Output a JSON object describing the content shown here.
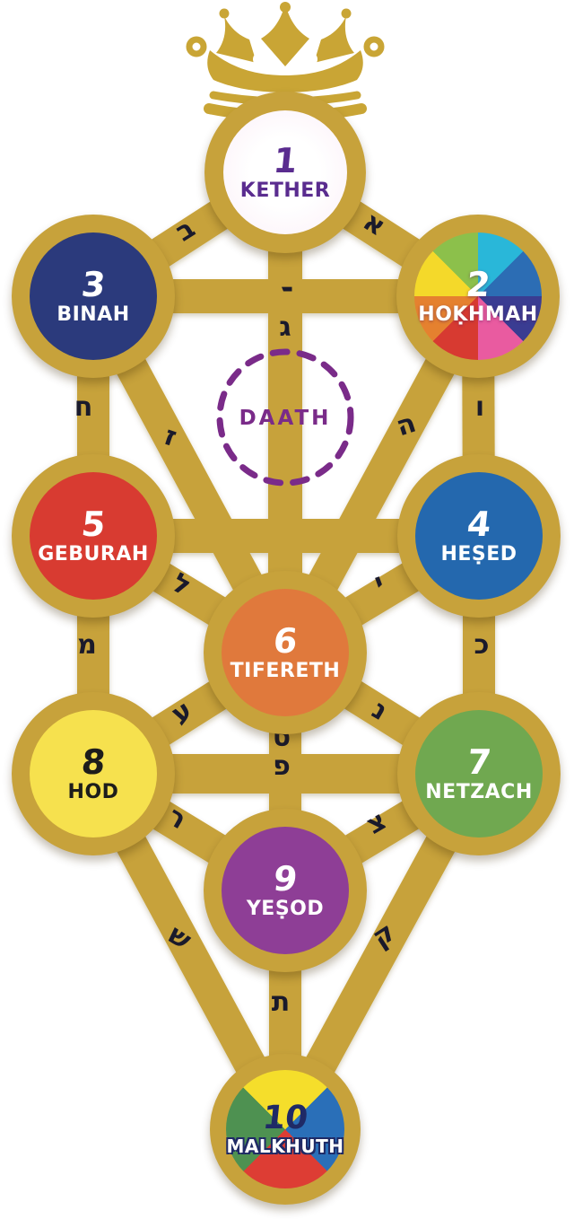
{
  "diagram": {
    "type": "kabbalah-tree-of-life",
    "colors": {
      "gold": "#C7A23B",
      "crown_gold": "#C9A535",
      "letter_color": "#1A1A2B",
      "background": "#FFFFFF",
      "daath_purple": "#7A2B89"
    },
    "crown": {
      "icon": "crown"
    },
    "daath": {
      "name": "DAATH"
    },
    "sephirot": [
      {
        "id": "kether",
        "number": "1",
        "name": "KETHER",
        "style": "plain",
        "fill": "#FBEFF7",
        "text_color": "#5A2C8F"
      },
      {
        "id": "hokhmah",
        "number": "2",
        "name": "HOḲHMAH",
        "style": "wheel",
        "wheel_colors": [
          "#29B7D9",
          "#2C6DB4",
          "#3A3C92",
          "#E95BA0",
          "#D73A31",
          "#E5812F",
          "#F4D92A",
          "#8CC04B"
        ],
        "text_color": "#FFFFFF"
      },
      {
        "id": "binah",
        "number": "3",
        "name": "BINAH",
        "style": "plain",
        "fill": "#2B3A7C",
        "text_color": "#FFFFFF"
      },
      {
        "id": "hesed",
        "number": "4",
        "name": "HEṢED",
        "style": "plain",
        "fill": "#2468AE",
        "text_color": "#FFFFFF"
      },
      {
        "id": "geburah",
        "number": "5",
        "name": "GEBURAH",
        "style": "plain",
        "fill": "#D83B31",
        "text_color": "#FFFFFF"
      },
      {
        "id": "tifereth",
        "number": "6",
        "name": "TIFERETH",
        "style": "plain",
        "fill": "#E0793C",
        "text_color": "#FFFFFF"
      },
      {
        "id": "netzach",
        "number": "7",
        "name": "NETZACH",
        "style": "plain",
        "fill": "#70A850",
        "text_color": "#FFFFFF"
      },
      {
        "id": "hod",
        "number": "8",
        "name": "HOD",
        "style": "plain",
        "fill": "#F6E14E",
        "text_color": "#1D1D1B"
      },
      {
        "id": "yesod",
        "number": "9",
        "name": "YEṢOD",
        "style": "plain",
        "fill": "#8E3E96",
        "text_color": "#FFFFFF"
      },
      {
        "id": "malkhuth",
        "number": "10",
        "name": "MALKHUTH",
        "style": "quartered",
        "quarter_colors": {
          "top": "#F5DE2B",
          "right": "#2A6FB8",
          "bottom": "#DD3D34",
          "left": "#4E9151"
        },
        "number_color": "#1F2A66",
        "text_color": "#FFFFFF",
        "outline_color": "#1F2A66"
      }
    ],
    "paths": [
      {
        "from": "kether",
        "to": "binah",
        "letter": "ב"
      },
      {
        "from": "kether",
        "to": "hokhmah",
        "letter": "א"
      },
      {
        "from": "kether",
        "to": "tifereth",
        "letter": "ג"
      },
      {
        "from": "binah",
        "to": "hokhmah",
        "letter": "י"
      },
      {
        "from": "binah",
        "to": "geburah",
        "letter": "ח"
      },
      {
        "from": "hokhmah",
        "to": "hesed",
        "letter": "ו"
      },
      {
        "from": "binah",
        "to": "tifereth",
        "letter": "ז"
      },
      {
        "from": "hokhmah",
        "to": "tifereth",
        "letter": "ה"
      },
      {
        "from": "geburah",
        "to": "hesed",
        "letter": ""
      },
      {
        "from": "geburah",
        "to": "tifereth",
        "letter": "ל"
      },
      {
        "from": "hesed",
        "to": "tifereth",
        "letter": "י"
      },
      {
        "from": "geburah",
        "to": "hod",
        "letter": "מ"
      },
      {
        "from": "hesed",
        "to": "netzach",
        "letter": "כ"
      },
      {
        "from": "tifereth",
        "to": "hod",
        "letter": "ע"
      },
      {
        "from": "tifereth",
        "to": "netzach",
        "letter": "נ"
      },
      {
        "from": "tifereth",
        "to": "yesod",
        "letter": "ס"
      },
      {
        "from": "hod",
        "to": "netzach",
        "letter": "פ"
      },
      {
        "from": "hod",
        "to": "yesod",
        "letter": "ר"
      },
      {
        "from": "netzach",
        "to": "yesod",
        "letter": "צ"
      },
      {
        "from": "hod",
        "to": "malkhuth",
        "letter": "ש"
      },
      {
        "from": "netzach",
        "to": "malkhuth",
        "letter": "ק"
      },
      {
        "from": "yesod",
        "to": "malkhuth",
        "letter": "ת"
      }
    ]
  }
}
